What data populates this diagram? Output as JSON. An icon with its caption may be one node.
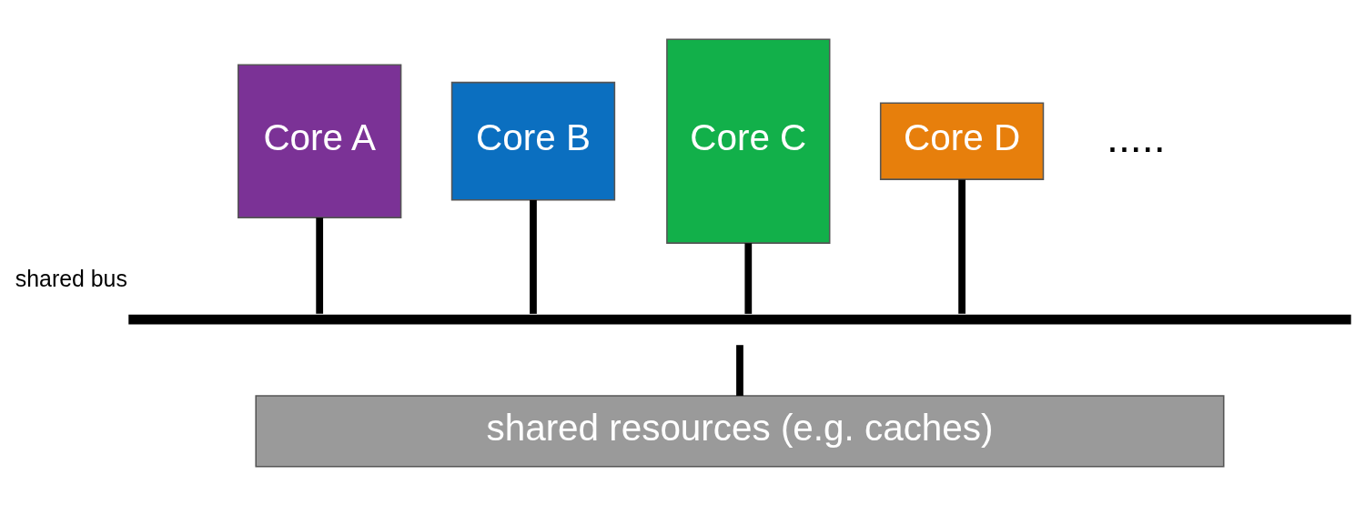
{
  "diagram": {
    "nodes": [
      {
        "text": [
          "Core A"
        ]
      },
      {
        "text": [
          "Core B"
        ]
      },
      {
        "text": [
          "Core C"
        ]
      },
      {
        "text": [
          "Core D"
        ]
      },
      {
        "text": [],
        "shape": "bar",
        "beside": [
          "shared bus"
        ]
      },
      {
        "text": [
          "shared resources (e.g. caches)"
        ]
      }
    ],
    "edges": [
      {
        "from": 0,
        "to": 4,
        "arrow": "none"
      },
      {
        "from": 1,
        "to": 4,
        "arrow": "none"
      },
      {
        "from": 2,
        "to": 4,
        "arrow": "none"
      },
      {
        "from": 3,
        "to": 4,
        "arrow": "none"
      },
      {
        "from": 4,
        "to": 5,
        "arrow": "none"
      }
    ],
    "labels": [
      "....."
    ]
  }
}
